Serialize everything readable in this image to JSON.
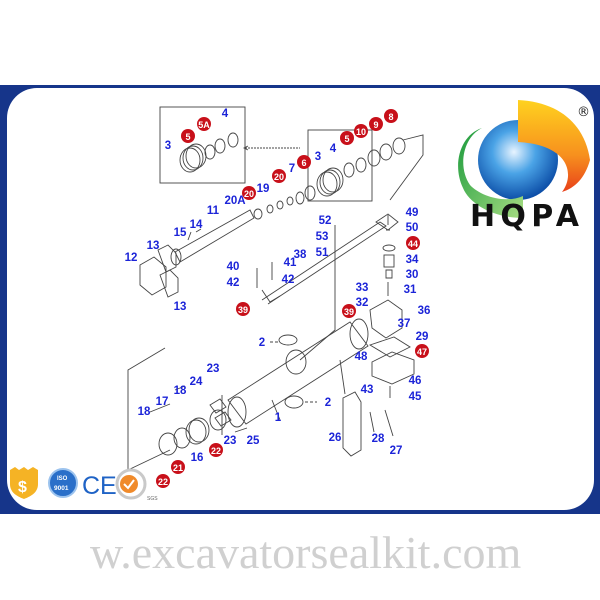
{
  "brand": {
    "name": "HQPA",
    "registered_mark": "®",
    "frame_color": "#16358a"
  },
  "watermark": "w.excavatorsealkit.com",
  "badges": [
    {
      "name": "secure-payment-shield",
      "color": "#f5b325"
    },
    {
      "name": "ISO 9001",
      "text_top": "ISO",
      "text_bottom": "9001",
      "color": "#2a6fc9"
    },
    {
      "name": "CE",
      "text": "CE",
      "color": "#1f63c6"
    },
    {
      "name": "SGS",
      "text": "SGS",
      "color": "#f08a2a"
    }
  ],
  "diagram": {
    "callout_color": "#1c24d8",
    "highlight_color": "#c8101a",
    "callouts": [
      {
        "label": "4",
        "highlight": false
      },
      {
        "label": "5",
        "highlight": true
      },
      {
        "label": "5A",
        "highlight": true
      },
      {
        "label": "3",
        "highlight": false
      },
      {
        "label": "4",
        "highlight": false
      },
      {
        "label": "5",
        "highlight": true
      },
      {
        "label": "10",
        "highlight": true
      },
      {
        "label": "9",
        "highlight": true
      },
      {
        "label": "8",
        "highlight": true
      },
      {
        "label": "3",
        "highlight": false
      },
      {
        "label": "6",
        "highlight": true
      },
      {
        "label": "7",
        "highlight": false
      },
      {
        "label": "20",
        "highlight": true
      },
      {
        "label": "19",
        "highlight": false
      },
      {
        "label": "20",
        "highlight": true
      },
      {
        "label": "20A",
        "highlight": false
      },
      {
        "label": "11",
        "highlight": false
      },
      {
        "label": "14",
        "highlight": false
      },
      {
        "label": "15",
        "highlight": false
      },
      {
        "label": "13",
        "highlight": false
      },
      {
        "label": "12",
        "highlight": false
      },
      {
        "label": "13",
        "highlight": false
      },
      {
        "label": "52",
        "highlight": false
      },
      {
        "label": "53",
        "highlight": false
      },
      {
        "label": "51",
        "highlight": false
      },
      {
        "label": "38",
        "highlight": false
      },
      {
        "label": "40",
        "highlight": false
      },
      {
        "label": "41",
        "highlight": false
      },
      {
        "label": "42",
        "highlight": false
      },
      {
        "label": "42",
        "highlight": false
      },
      {
        "label": "39",
        "highlight": true
      },
      {
        "label": "39",
        "highlight": true
      },
      {
        "label": "49",
        "highlight": false
      },
      {
        "label": "50",
        "highlight": false
      },
      {
        "label": "44",
        "highlight": true
      },
      {
        "label": "34",
        "highlight": false
      },
      {
        "label": "30",
        "highlight": false
      },
      {
        "label": "31",
        "highlight": false
      },
      {
        "label": "33",
        "highlight": false
      },
      {
        "label": "32",
        "highlight": false
      },
      {
        "label": "36",
        "highlight": false
      },
      {
        "label": "37",
        "highlight": false
      },
      {
        "label": "29",
        "highlight": false
      },
      {
        "label": "47",
        "highlight": true
      },
      {
        "label": "48",
        "highlight": false
      },
      {
        "label": "46",
        "highlight": false
      },
      {
        "label": "43",
        "highlight": false
      },
      {
        "label": "45",
        "highlight": false
      },
      {
        "label": "2",
        "highlight": false
      },
      {
        "label": "2",
        "highlight": false
      },
      {
        "label": "1",
        "highlight": false
      },
      {
        "label": "23",
        "highlight": false
      },
      {
        "label": "24",
        "highlight": false
      },
      {
        "label": "18",
        "highlight": false
      },
      {
        "label": "17",
        "highlight": false
      },
      {
        "label": "18",
        "highlight": false
      },
      {
        "label": "23",
        "highlight": false
      },
      {
        "label": "25",
        "highlight": false
      },
      {
        "label": "16",
        "highlight": false
      },
      {
        "label": "22",
        "highlight": true
      },
      {
        "label": "21",
        "highlight": true
      },
      {
        "label": "22",
        "highlight": true
      },
      {
        "label": "26",
        "highlight": false
      },
      {
        "label": "28",
        "highlight": false
      },
      {
        "label": "27",
        "highlight": false
      }
    ]
  }
}
